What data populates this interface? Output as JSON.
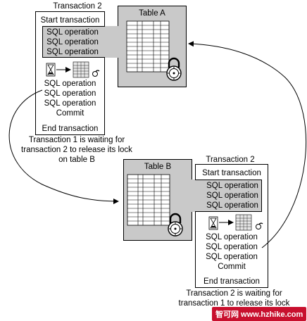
{
  "top": {
    "heading": "Transaction 2",
    "start": "Start transaction",
    "ops": [
      "SQL operation",
      "SQL operation",
      "SQL operation"
    ],
    "ops2": [
      "SQL operation",
      "SQL operation",
      "SQL operation"
    ],
    "commit": "Commit",
    "end": "End transaction",
    "table": "Table A",
    "caption": [
      "Transaction 1 is waiting for",
      "transaction 2 to release its lock",
      "on table B"
    ]
  },
  "bottom": {
    "heading": "Transaction 2",
    "start": "Start transaction",
    "ops": [
      "SQL operation",
      "SQL operation",
      "SQL operation"
    ],
    "ops2": [
      "SQL operation",
      "SQL operation",
      "SQL operation"
    ],
    "commit": "Commit",
    "end": "End transaction",
    "table": "Table B",
    "caption": [
      "Transaction 2 is waiting for",
      "transaction 1 to release its lock"
    ]
  },
  "watermark": "智可网 www.hzhike.com",
  "colors": {
    "gray": "#c9c9c9",
    "watermark": "#c8102e"
  },
  "icons": [
    "hourglass-icon",
    "table-icon",
    "padlock-icon"
  ]
}
